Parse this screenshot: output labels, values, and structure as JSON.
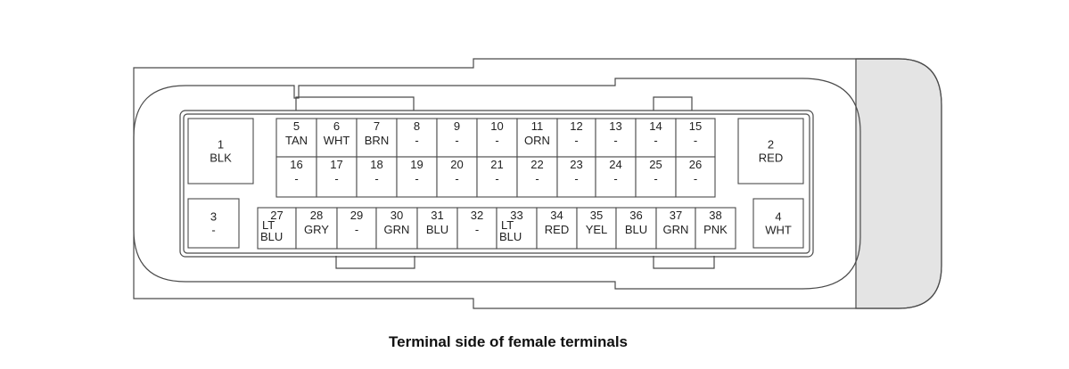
{
  "caption": "Terminal side of female terminals",
  "terminals": [
    {
      "num": "1",
      "color": "BLK"
    },
    {
      "num": "2",
      "color": "RED"
    },
    {
      "num": "3",
      "color": "-"
    },
    {
      "num": "4",
      "color": "WHT"
    },
    {
      "num": "5",
      "color": "TAN"
    },
    {
      "num": "6",
      "color": "WHT"
    },
    {
      "num": "7",
      "color": "BRN"
    },
    {
      "num": "8",
      "color": "-"
    },
    {
      "num": "9",
      "color": "-"
    },
    {
      "num": "10",
      "color": "-"
    },
    {
      "num": "11",
      "color": "ORN"
    },
    {
      "num": "12",
      "color": "-"
    },
    {
      "num": "13",
      "color": "-"
    },
    {
      "num": "14",
      "color": "-"
    },
    {
      "num": "15",
      "color": "-"
    },
    {
      "num": "16",
      "color": "-"
    },
    {
      "num": "17",
      "color": "-"
    },
    {
      "num": "18",
      "color": "-"
    },
    {
      "num": "19",
      "color": "-"
    },
    {
      "num": "20",
      "color": "-"
    },
    {
      "num": "21",
      "color": "-"
    },
    {
      "num": "22",
      "color": "-"
    },
    {
      "num": "23",
      "color": "-"
    },
    {
      "num": "24",
      "color": "-"
    },
    {
      "num": "25",
      "color": "-"
    },
    {
      "num": "26",
      "color": "-"
    },
    {
      "num": "27",
      "color": "LT BLU"
    },
    {
      "num": "28",
      "color": "GRY"
    },
    {
      "num": "29",
      "color": "-"
    },
    {
      "num": "30",
      "color": "GRN"
    },
    {
      "num": "31",
      "color": "BLU"
    },
    {
      "num": "32",
      "color": "-"
    },
    {
      "num": "33",
      "color": "LT BLU"
    },
    {
      "num": "34",
      "color": "RED"
    },
    {
      "num": "35",
      "color": "YEL"
    },
    {
      "num": "36",
      "color": "BLU"
    },
    {
      "num": "37",
      "color": "GRN"
    },
    {
      "num": "38",
      "color": "PNK"
    }
  ]
}
